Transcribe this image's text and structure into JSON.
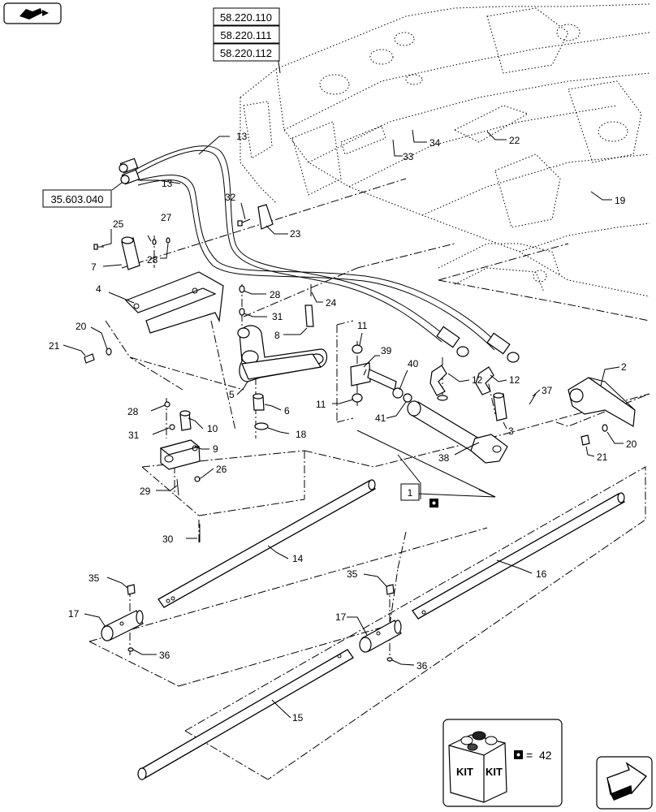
{
  "header": {
    "nav_icon": "back-to-index-icon",
    "next_icon": "next-page-arrow-icon"
  },
  "references": {
    "ref_1": "58.220.110",
    "ref_2": "58.220.111",
    "ref_3": "58.220.112",
    "ref_4": "35.603.040"
  },
  "callouts": {
    "c1": "1",
    "c2": "2",
    "c3": "3",
    "c4": "4",
    "c5": "5",
    "c6": "6",
    "c7": "7",
    "c8": "8",
    "c9": "9",
    "c10": "10",
    "c11a": "11",
    "c11b": "11",
    "c12a": "12",
    "c12b": "12",
    "c13a": "13",
    "c13b": "13",
    "c14": "14",
    "c15": "15",
    "c16": "16",
    "c17a": "17",
    "c17b": "17",
    "c18": "18",
    "c19": "19",
    "c20a": "20",
    "c20b": "20",
    "c21a": "21",
    "c21b": "21",
    "c22": "22",
    "c23": "23",
    "c24": "24",
    "c25": "25",
    "c26": "26",
    "c27": "27",
    "c28a": "28",
    "c28b": "28",
    "c28c": "28",
    "c29": "29",
    "c30": "30",
    "c31a": "31",
    "c31b": "31",
    "c32": "32",
    "c33": "33",
    "c34": "34",
    "c35a": "35",
    "c35b": "35",
    "c36a": "36",
    "c36b": "36",
    "c37": "37",
    "c38": "38",
    "c39": "39",
    "c40": "40",
    "c41": "41"
  },
  "kit": {
    "label_left": "KIT",
    "label_right": "KIT",
    "equals": "=",
    "number": "42",
    "icon": "kit-box-icon"
  }
}
